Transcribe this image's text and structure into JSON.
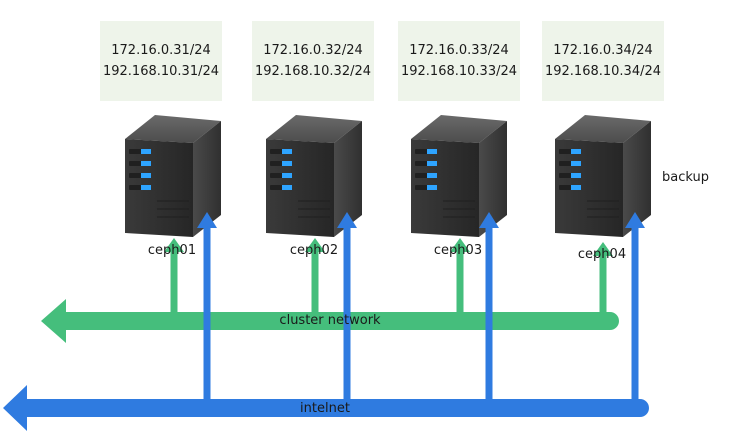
{
  "nodes": [
    {
      "name": "ceph01",
      "ips": [
        "172.16.0.31/24",
        "192.168.10.31/24"
      ]
    },
    {
      "name": "ceph02",
      "ips": [
        "172.16.0.32/24",
        "192.168.10.32/24"
      ]
    },
    {
      "name": "ceph03",
      "ips": [
        "172.16.0.33/24",
        "192.168.10.33/24"
      ]
    },
    {
      "name": "ceph04",
      "ips": [
        "172.16.0.34/24",
        "192.168.10.34/24"
      ],
      "role": "backup"
    }
  ],
  "networks": {
    "cluster": {
      "label": "cluster network",
      "color": "#45be7c"
    },
    "public": {
      "label": "intelnet",
      "color": "#2f7be0"
    }
  }
}
